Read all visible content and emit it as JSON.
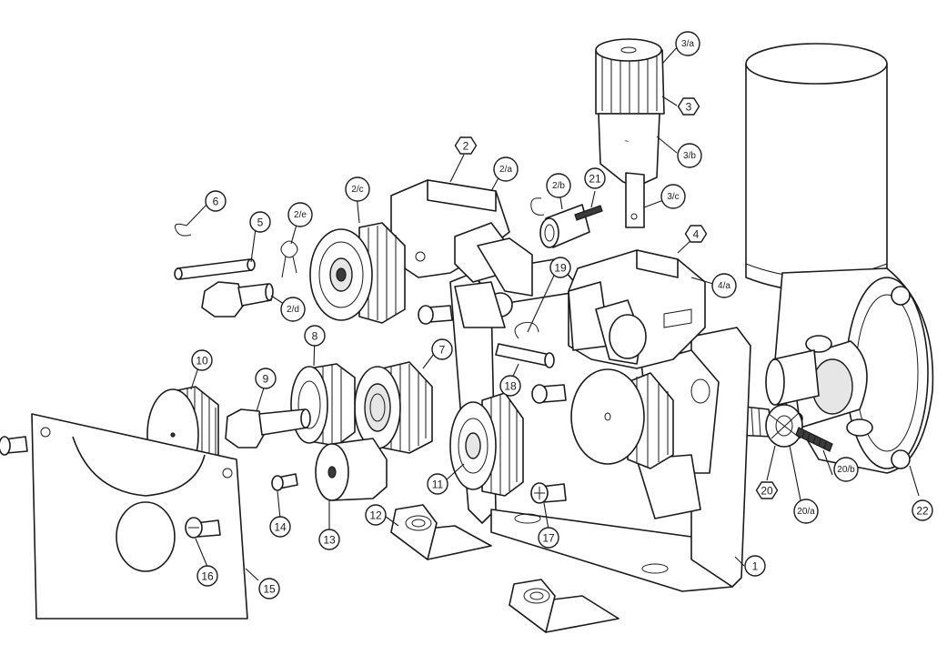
{
  "callouts": [
    {
      "id": "1",
      "label": "1",
      "shape": "circle"
    },
    {
      "id": "2",
      "label": "2",
      "shape": "hexagon"
    },
    {
      "id": "2a",
      "label": "2/a",
      "shape": "circle"
    },
    {
      "id": "2b",
      "label": "2/b",
      "shape": "circle"
    },
    {
      "id": "2c",
      "label": "2/c",
      "shape": "circle"
    },
    {
      "id": "2d",
      "label": "2/d",
      "shape": "circle"
    },
    {
      "id": "2e",
      "label": "2/e",
      "shape": "circle"
    },
    {
      "id": "3",
      "label": "3",
      "shape": "hexagon"
    },
    {
      "id": "3a",
      "label": "3/a",
      "shape": "circle"
    },
    {
      "id": "3b",
      "label": "3/b",
      "shape": "circle"
    },
    {
      "id": "3c",
      "label": "3/c",
      "shape": "circle"
    },
    {
      "id": "4",
      "label": "4",
      "shape": "hexagon"
    },
    {
      "id": "4a",
      "label": "4/a",
      "shape": "circle"
    },
    {
      "id": "5",
      "label": "5",
      "shape": "circle"
    },
    {
      "id": "6",
      "label": "6",
      "shape": "circle"
    },
    {
      "id": "7",
      "label": "7",
      "shape": "circle"
    },
    {
      "id": "8",
      "label": "8",
      "shape": "circle"
    },
    {
      "id": "9",
      "label": "9",
      "shape": "circle"
    },
    {
      "id": "10",
      "label": "10",
      "shape": "circle"
    },
    {
      "id": "11",
      "label": "11",
      "shape": "circle"
    },
    {
      "id": "12",
      "label": "12",
      "shape": "circle"
    },
    {
      "id": "13",
      "label": "13",
      "shape": "circle"
    },
    {
      "id": "14",
      "label": "14",
      "shape": "circle"
    },
    {
      "id": "15",
      "label": "15",
      "shape": "circle"
    },
    {
      "id": "16",
      "label": "16",
      "shape": "circle"
    },
    {
      "id": "17",
      "label": "17",
      "shape": "circle"
    },
    {
      "id": "18",
      "label": "18",
      "shape": "circle"
    },
    {
      "id": "19",
      "label": "19",
      "shape": "circle"
    },
    {
      "id": "20",
      "label": "20",
      "shape": "hexagon"
    },
    {
      "id": "20a",
      "label": "20/a",
      "shape": "circle"
    },
    {
      "id": "20b",
      "label": "20/b",
      "shape": "circle"
    },
    {
      "id": "21",
      "label": "21",
      "shape": "circle"
    },
    {
      "id": "22",
      "label": "22",
      "shape": "circle"
    }
  ]
}
